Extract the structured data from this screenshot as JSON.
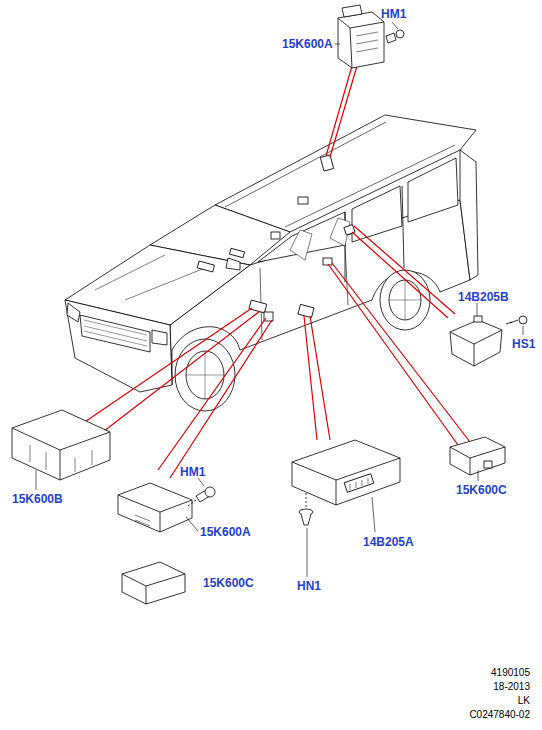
{
  "diagram": {
    "labels": [
      "HM1",
      "15K600A",
      "14B205B",
      "HS1",
      "15K600C",
      "15K600B",
      "HM1",
      "15K600A",
      "14B205A",
      "HN1",
      "15K600C",
      "4190105",
      "18-2013",
      "LK",
      "C0247840-02"
    ]
  }
}
